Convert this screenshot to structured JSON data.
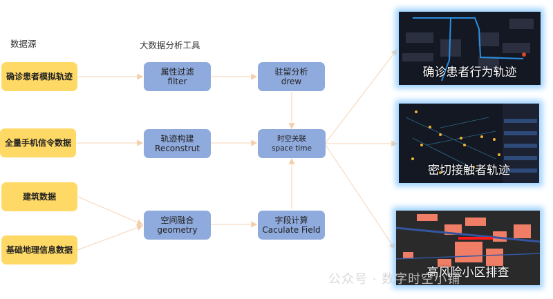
{
  "headers": {
    "sources": "数据源",
    "tools": "大数据分析工具"
  },
  "sources": [
    "确诊患者模拟轨迹",
    "全量手机信令数据",
    "建筑数据",
    "基础地理信息数据"
  ],
  "tools": [
    {
      "cn": "属性过滤",
      "en": "filter"
    },
    {
      "cn": "轨迹构建",
      "en": "Reconstrut"
    },
    {
      "cn": "空间融合",
      "en": "geometry"
    },
    {
      "cn": "驻留分析",
      "en": "drew"
    },
    {
      "cn": "时空关联",
      "en": "space time"
    },
    {
      "cn": "字段计算",
      "en": "Caculate Field"
    }
  ],
  "outputs": [
    "确诊患者行为轨迹",
    "密切接触者轨迹",
    "高风险小区排查"
  ],
  "watermark": "公众号 · 数字时空小铺",
  "colors": {
    "source": "#ffd966",
    "tool": "#8faadc",
    "arrow": "#f8dcc4",
    "glow": "#9fd3ff"
  }
}
